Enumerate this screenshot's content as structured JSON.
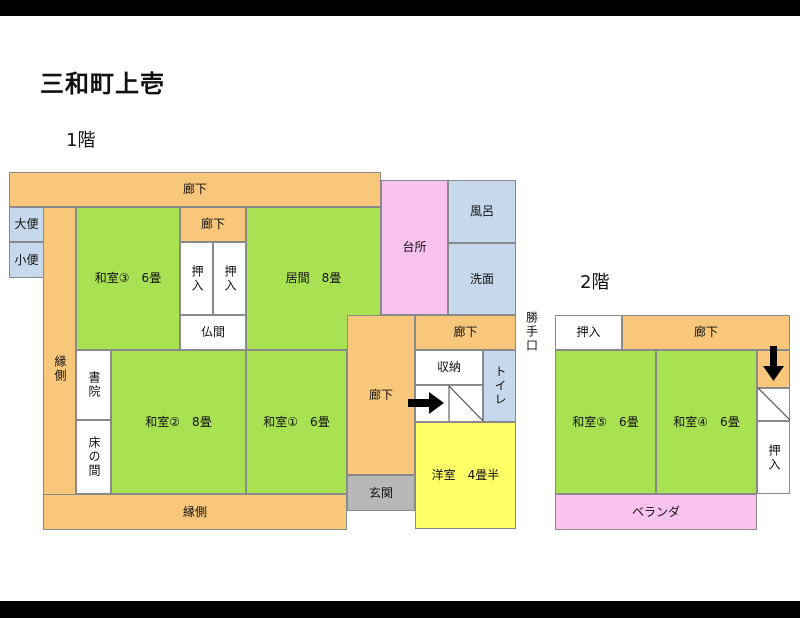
{
  "title": "三和町上壱",
  "floor1": {
    "label": "1階",
    "rooms": {
      "corridor_top": "廊下",
      "toilet_large": "大便",
      "toilet_small": "小便",
      "engawa_left": "縁側",
      "washitsu3": "和室③　6畳",
      "corridor_small": "廊下",
      "closet_a": "押入",
      "closet_b": "押入",
      "butsuma": "仏間",
      "ima": "居間　8畳",
      "kitchen": "台所",
      "bath": "風呂",
      "washroom": "洗面",
      "shoin": "書院",
      "tokonoma": "床の間",
      "washitsu2": "和室②　8畳",
      "washitsu1": "和室①　6畳",
      "corridor_mid": "廊下",
      "corridor_right": "廊下",
      "storage": "収納",
      "toilet": "トイレ",
      "youshitsu": "洋室　4畳半",
      "genkan": "玄関",
      "engawa_bottom": "縁側"
    },
    "side_entrance": "勝手口"
  },
  "floor2": {
    "label": "2階",
    "rooms": {
      "closet_top": "押入",
      "corridor": "廊下",
      "washitsu5": "和室⑤　6畳",
      "washitsu4": "和室④　6畳",
      "closet_right": "押入",
      "veranda": "ベランダ"
    }
  },
  "colors": {
    "corridor": "#f8c77c",
    "tatami": "#a8e152",
    "kitchen": "#f9c3f0",
    "water": "#c6d8ec",
    "western": "#ffff66",
    "entrance": "#b8b8b8"
  }
}
